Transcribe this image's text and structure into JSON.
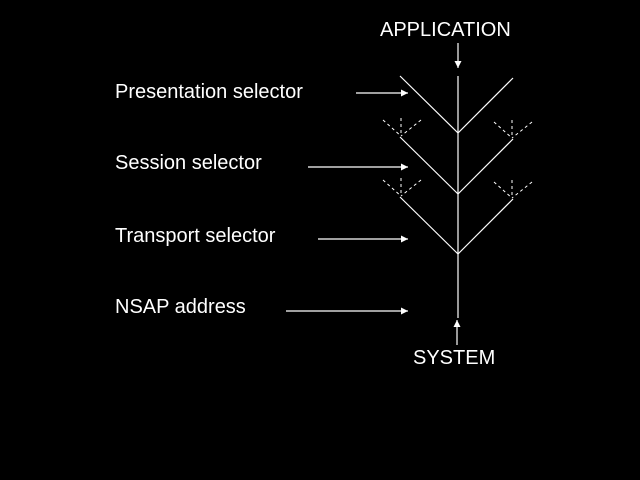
{
  "top_label": "APPLICATION",
  "bottom_label": "SYSTEM",
  "layers": [
    {
      "label": "Presentation selector"
    },
    {
      "label": "Session selector"
    },
    {
      "label": "Transport selector"
    },
    {
      "label": "NSAP address"
    }
  ],
  "colors": {
    "background": "#000000",
    "foreground": "#ffffff"
  }
}
